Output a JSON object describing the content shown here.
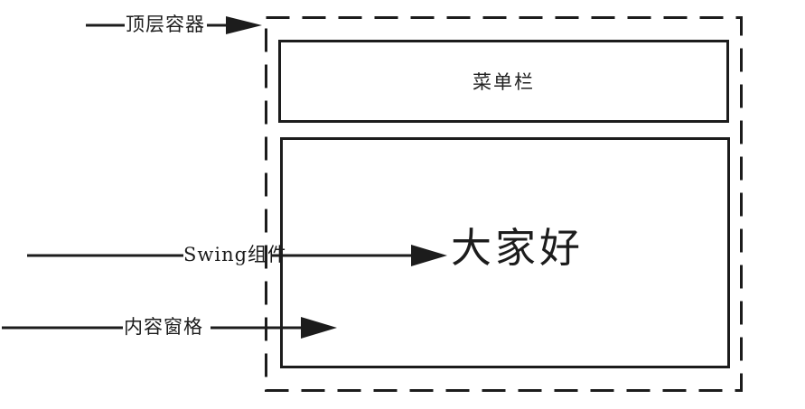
{
  "colors": {
    "ink": "#1c1c1c",
    "background": "#ffffff"
  },
  "frame": {
    "menu_bar_label": "菜单栏",
    "component_text": "大家好"
  },
  "callouts": {
    "top_container": "顶层容器",
    "swing_component": "Swing组件",
    "content_pane": "内容窗格"
  }
}
